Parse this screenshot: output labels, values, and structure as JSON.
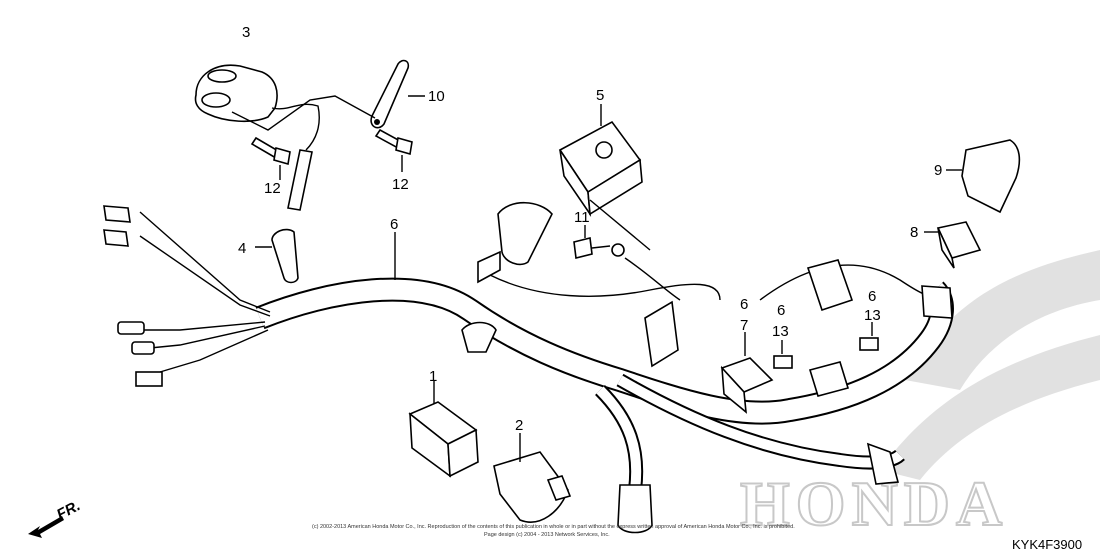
{
  "diagram": {
    "labels": {
      "l1": "1",
      "l2": "2",
      "l3": "3",
      "l4": "4",
      "l5": "5",
      "l6a": "6",
      "l6b": "6",
      "l6c": "6",
      "l6d": "6",
      "l7": "7",
      "l8": "8",
      "l9": "9",
      "l10": "10",
      "l11": "11",
      "l12a": "12",
      "l12b": "12",
      "l13a": "13",
      "l13b": "13"
    },
    "front_indicator": "FR.",
    "watermark": "HONDA",
    "copyright_line1": "(c) 2002-2013 American Honda Motor Co., Inc. Reproduction of the contents of this publication in whole or in part without the express written approval of American Honda Motor Co., Inc. is prohibited.",
    "copyright_line2": "Page design (c) 2004 - 2013 Network Services, Inc.",
    "diagram_code": "KYK4F3900"
  }
}
